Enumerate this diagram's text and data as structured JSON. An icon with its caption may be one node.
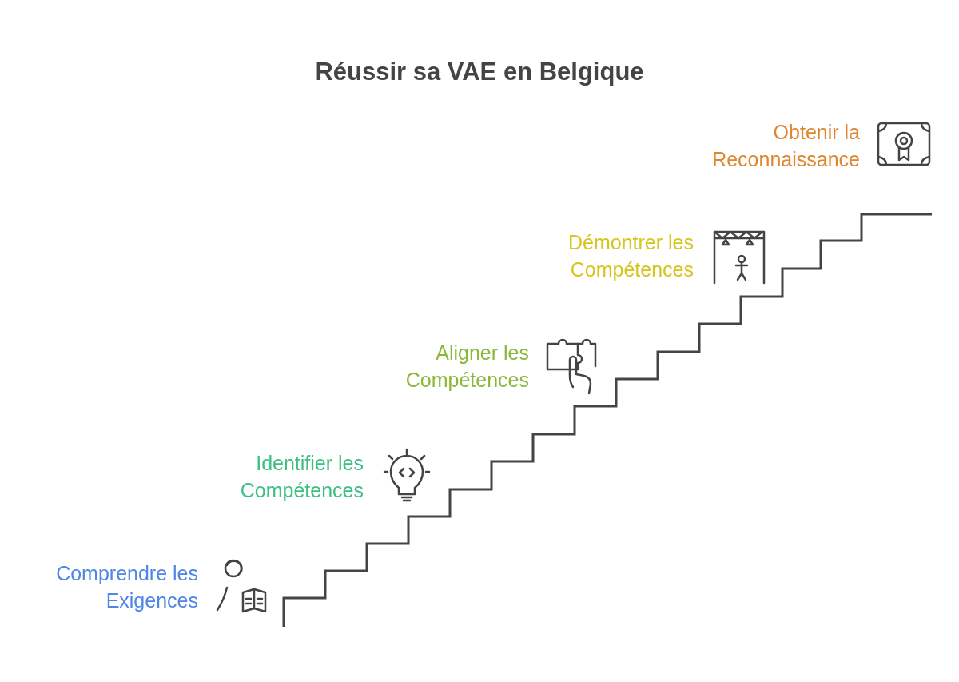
{
  "diagram": {
    "title": "Réussir sa VAE en Belgique",
    "labels": [
      "Comprendre les Exigences",
      "Identifier les Compétences",
      "Aligner les Compétences",
      "Démontrer les Compétences",
      "Obtenir la Reconnaissance"
    ]
  }
}
